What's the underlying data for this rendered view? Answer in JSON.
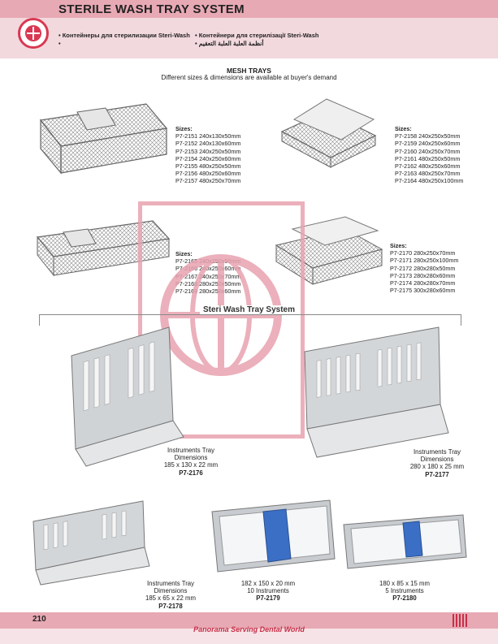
{
  "header": {
    "title": "STERILE WASH TRAY SYSTEM",
    "bullets": [
      "• Контейнеры для стерилизации Steri-Wash",
      "• Контейнери для стерилізації Steri-Wash",
      "•",
      "• أنظمة العلبة العلبة التعقيم"
    ]
  },
  "mesh": {
    "title": "MESH TRAYS",
    "note": "Different sizes & dimensions are available at buyer's demand"
  },
  "size_groups": [
    {
      "label": "Sizes:",
      "items": [
        "P7-2151  240x130x50mm",
        "P7-2152  240x130x60mm",
        "P7-2153  240x250x50mm",
        "P7-2154  240x250x60mm",
        "P7-2155  480x250x50mm",
        "P7-2156  480x250x60mm",
        "P7-2157  480x250x70mm"
      ]
    },
    {
      "label": "Sizes:",
      "items": [
        "P7-2158  240x250x50mm",
        "P7-2159  240x250x60mm",
        "P7-2160  240x250x70mm",
        "P7-2161  480x250x50mm",
        "P7-2162  480x250x60mm",
        "P7-2163  480x250x70mm",
        "P7-2164  480x250x100mm"
      ]
    },
    {
      "label": "Sizes:",
      "items": [
        "P7-2165  240x250x50mm",
        "P7-2166  240x250x60mm",
        "P7-2167  240x250x70mm",
        "P7-2168  280x250x50mm",
        "P7-2169  280x250x60mm"
      ]
    },
    {
      "label": "Sizes:",
      "items": [
        "P7-2170  280x250x70mm",
        "P7-2171  280x250x100mm",
        "P7-2172  280x280x50mm",
        "P7-2173  280x280x60mm",
        "P7-2174  280x280x70mm",
        "P7-2175  300x280x60mm"
      ]
    }
  ],
  "steri_title": "Steri Wash Tray System",
  "captions": [
    {
      "lines": [
        "Instruments Tray",
        "Dimensions",
        "185 x 130 x 22 mm"
      ],
      "code": "P7-2176"
    },
    {
      "lines": [
        "Instruments Tray",
        "Dimensions",
        "280 x 180 x 25 mm"
      ],
      "code": "P7-2177"
    },
    {
      "lines": [
        "Instruments Tray",
        "Dimensions",
        "185 x 65 x 22 mm"
      ],
      "code": "P7-2178"
    },
    {
      "lines": [
        "182 x 150 x 20 mm",
        "10 Instruments"
      ],
      "code": "P7-2179"
    },
    {
      "lines": [
        "180 x 85 x 15 mm",
        "5 Instruments"
      ],
      "code": "P7-2180"
    }
  ],
  "footer": {
    "page_number": "210",
    "tagline": "Panorama Serving Dental World"
  },
  "colors": {
    "brand": "#d93852",
    "header_bg": "#f2d9de",
    "band": "#e7a9b4"
  }
}
